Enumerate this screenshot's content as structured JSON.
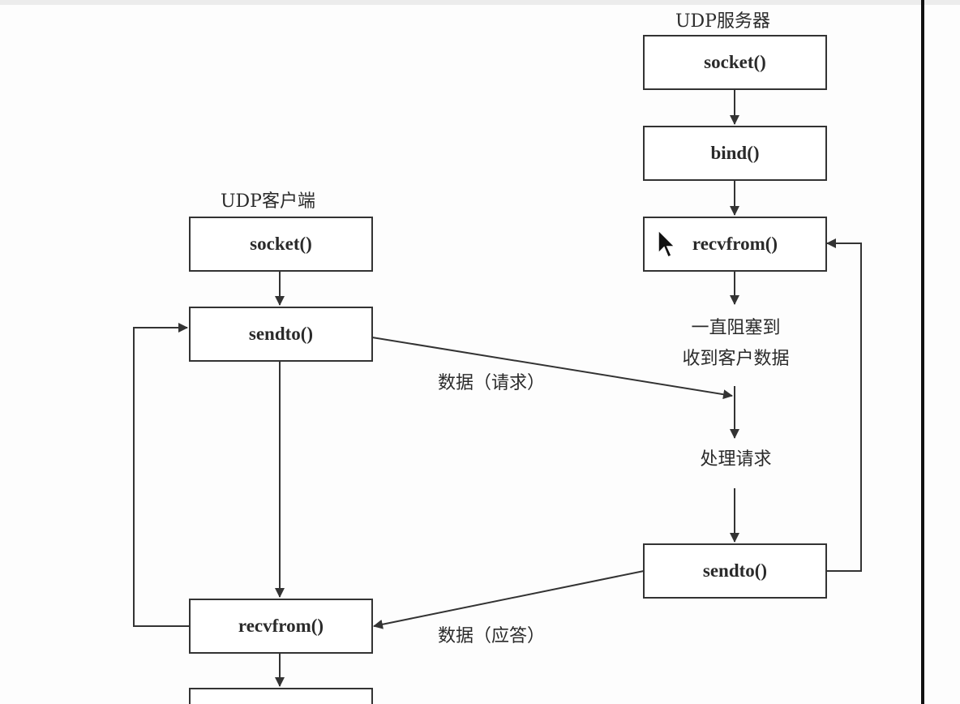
{
  "server": {
    "title": "UDP服务器",
    "socket_label": "socket()",
    "bind_label": "bind()",
    "recvfrom_label": "recvfrom()",
    "block_line1": "一直阻塞到",
    "block_line2": "收到客户数据",
    "process_label": "处理请求",
    "sendto_label": "sendto()"
  },
  "client": {
    "title": "UDP客户端",
    "socket_label": "socket()",
    "sendto_label": "sendto()",
    "recvfrom_label": "recvfrom()"
  },
  "messages": {
    "request": "数据（请求）",
    "reply": "数据（应答）"
  },
  "icons": {
    "cursor": "mouse-pointer-icon"
  },
  "colors": {
    "stroke": "#333333",
    "text": "#2a2a2a",
    "background": "#fdfdfd"
  }
}
